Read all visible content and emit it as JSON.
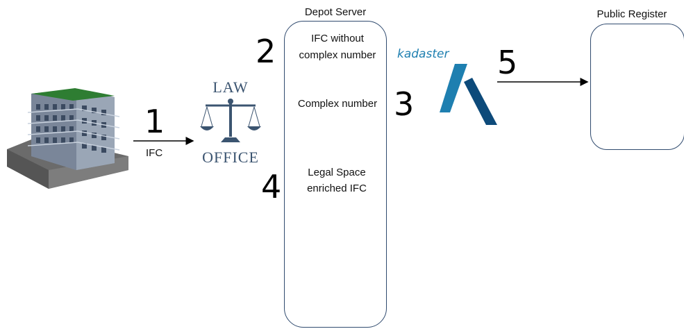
{
  "steps": {
    "s1": {
      "number": "1",
      "label": "IFC"
    },
    "s2": {
      "number": "2",
      "label_line1": "IFC without",
      "label_line2": "complex number"
    },
    "s3": {
      "number": "3",
      "label": "Complex number"
    },
    "s4": {
      "number": "4",
      "label_line1": "Legal Space",
      "label_line2": "enriched IFC"
    },
    "s5": {
      "number": "5"
    }
  },
  "depot_server": {
    "title": "Depot Server"
  },
  "public_register": {
    "title": "Public Register"
  },
  "law_office": {
    "line1": "LAW",
    "line2": "OFFICE"
  },
  "kadaster": {
    "name": "kadaster"
  },
  "icons": [
    "building-icon",
    "scales-of-justice-icon",
    "kadaster-logo-icon",
    "legal-space-blocks-icon"
  ],
  "colors": {
    "box_border": "#2f4a6e",
    "kadaster_blue": "#1e7fb0",
    "kadaster_dark": "#0d4a7a",
    "law_blue": "#3b5470"
  }
}
